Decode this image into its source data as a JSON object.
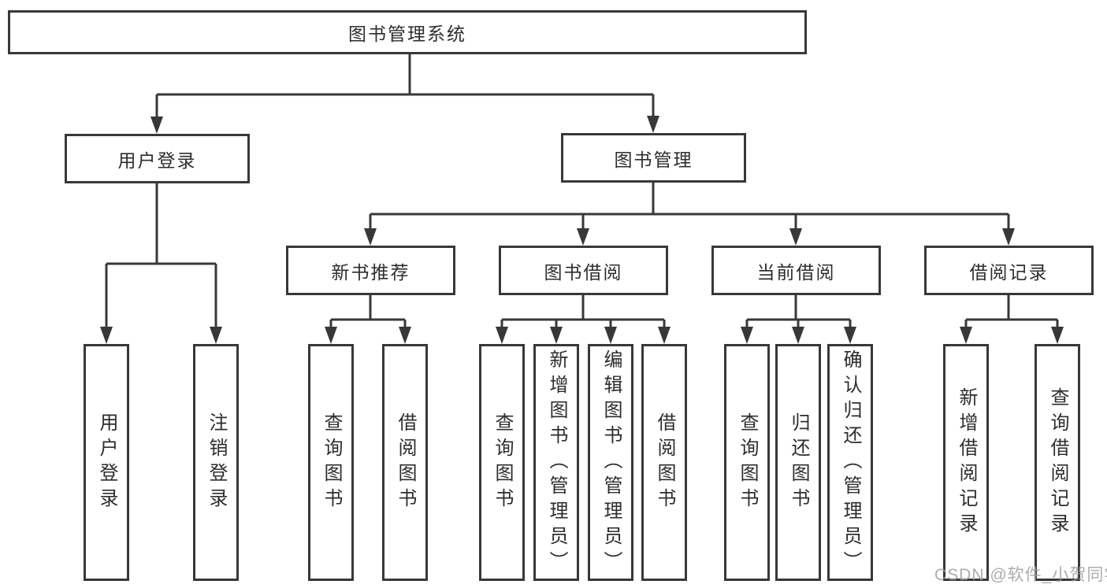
{
  "tree": {
    "label": "图书管理系统",
    "children": [
      {
        "label": "用户登录",
        "children": [
          {
            "label": "用户登录"
          },
          {
            "label": "注销登录"
          }
        ]
      },
      {
        "label": "图书管理",
        "children": [
          {
            "label": "新书推荐",
            "children": [
              {
                "label": "查询图书"
              },
              {
                "label": "借阅图书"
              }
            ]
          },
          {
            "label": "图书借阅",
            "children": [
              {
                "label": "查询图书"
              },
              {
                "label": "新增图书（管理员）"
              },
              {
                "label": "编辑图书（管理员）"
              },
              {
                "label": "借阅图书"
              }
            ]
          },
          {
            "label": "当前借阅",
            "children": [
              {
                "label": "查询图书"
              },
              {
                "label": "归还图书"
              },
              {
                "label": "确认归还（管理员）"
              }
            ]
          },
          {
            "label": "借阅记录",
            "children": [
              {
                "label": "新增借阅记录"
              },
              {
                "label": "查询借阅记录"
              }
            ]
          }
        ]
      }
    ]
  },
  "watermark": {
    "text": "CSDN @软件_小贺同学"
  },
  "colors": {
    "line": "#383838",
    "text": "#2d2d2d",
    "watermark": "#9e9e9e"
  }
}
